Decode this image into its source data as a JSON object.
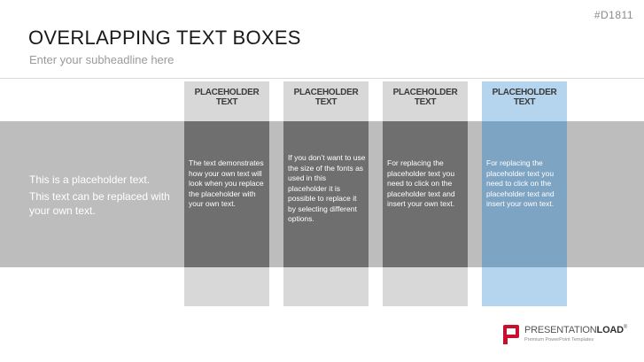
{
  "slide": {
    "id": "#D1811",
    "title": "OVERLAPPING TEXT BOXES",
    "subtitle": "Enter your subheadline here"
  },
  "band": {
    "line1": "This is a placeholder text.",
    "line2": "This text can be replaced with your own text."
  },
  "columns": [
    {
      "header": "PLACEHOLDER TEXT",
      "body": "The text demonstrates how your own text will look when you replace the placeholder with your own text."
    },
    {
      "header": "PLACEHOLDER TEXT",
      "body": "If you don’t want to use the size of the fonts as used in this placeholder it is possible to replace it by selecting different options."
    },
    {
      "header": "PLACEHOLDER TEXT",
      "body": "For replacing the placeholder text you need to click on the placeholder text and insert your own text."
    },
    {
      "header": "PLACEHOLDER TEXT",
      "body": "For replacing the placeholder text you need to click on the placeholder text and insert your own text."
    }
  ],
  "colors": {
    "band": "#bdbdbd",
    "column_light": "#d8d8d8",
    "column_dark": "#6f6f6f",
    "accent_light": "#b5d4ee",
    "accent_dark": "#7ea4c3",
    "logo_red": "#c8102e"
  },
  "logo": {
    "name_regular": "PRESENTATION",
    "name_bold": "LOAD",
    "trademark": "®",
    "tagline": "Premium PowerPoint Templates",
    "icon": "presentationload-logo-icon"
  }
}
